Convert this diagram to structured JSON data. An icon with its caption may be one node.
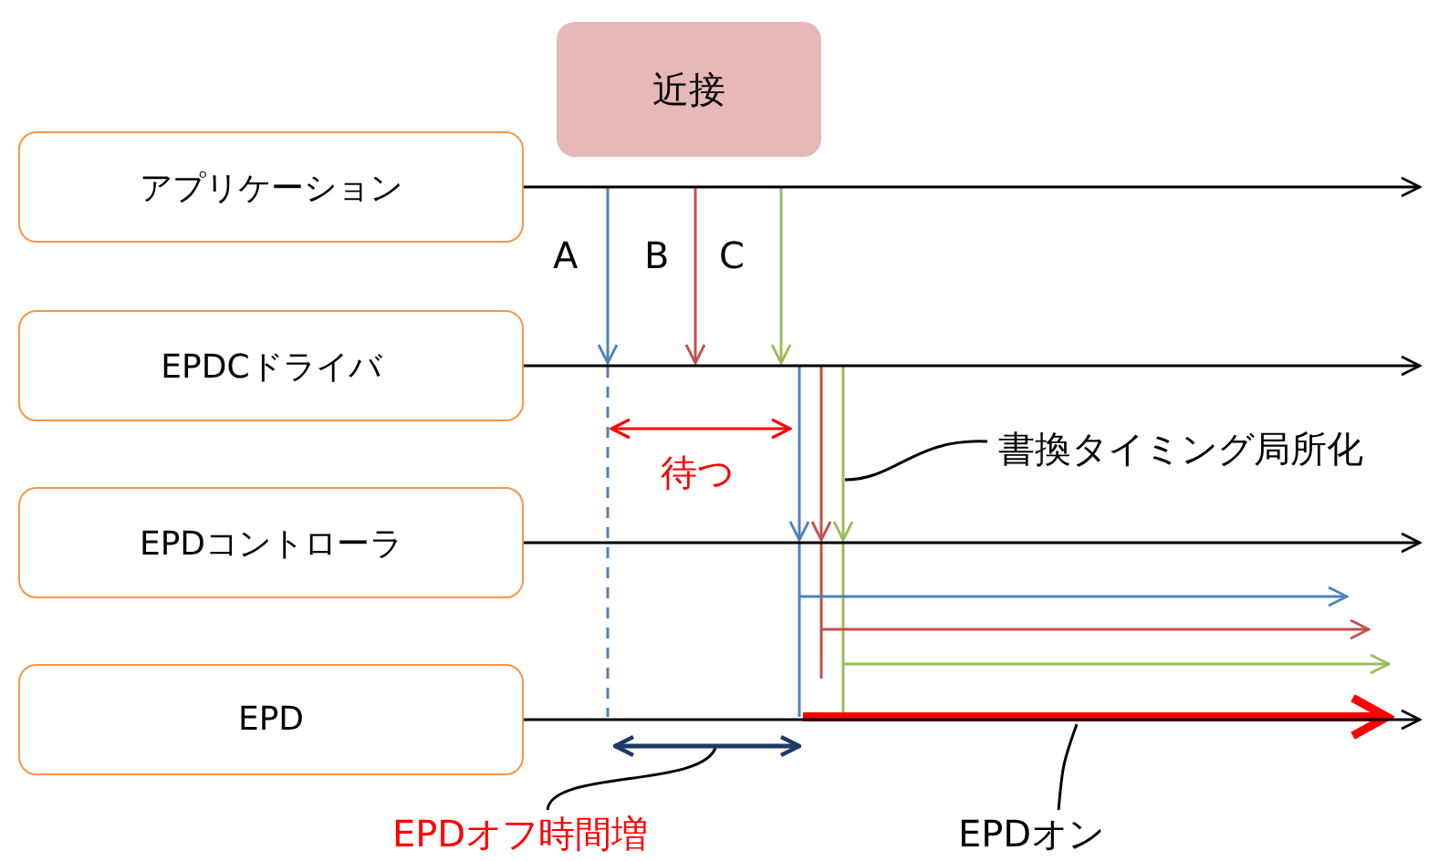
{
  "diagram": {
    "nodes": [
      {
        "text": [
          "近接"
        ]
      },
      {
        "text": [
          "アプリケーション"
        ]
      },
      {
        "text": [
          "EPDCドライバ"
        ]
      },
      {
        "text": [
          "EPDコントローラ"
        ]
      },
      {
        "text": [
          "EPD"
        ]
      },
      {
        "text": [
          "書換タイミング局所化"
        ]
      },
      {
        "text": [
          "EPDオン"
        ]
      },
      {
        "text": [
          "EPDオフ時間増"
        ]
      }
    ],
    "edges": [
      {
        "from": 1,
        "to": null,
        "arrow": "to"
      },
      {
        "from": 2,
        "to": null,
        "arrow": "to"
      },
      {
        "from": 3,
        "to": null,
        "arrow": "to"
      },
      {
        "from": 4,
        "to": null,
        "arrow": "to"
      },
      {
        "from": 5,
        "to": null,
        "arrow": "none"
      },
      {
        "from": 6,
        "to": null,
        "arrow": "none"
      },
      {
        "from": 7,
        "to": null,
        "arrow": "none"
      }
    ],
    "labels": [
      "A",
      "B",
      "C",
      "待つ"
    ]
  }
}
